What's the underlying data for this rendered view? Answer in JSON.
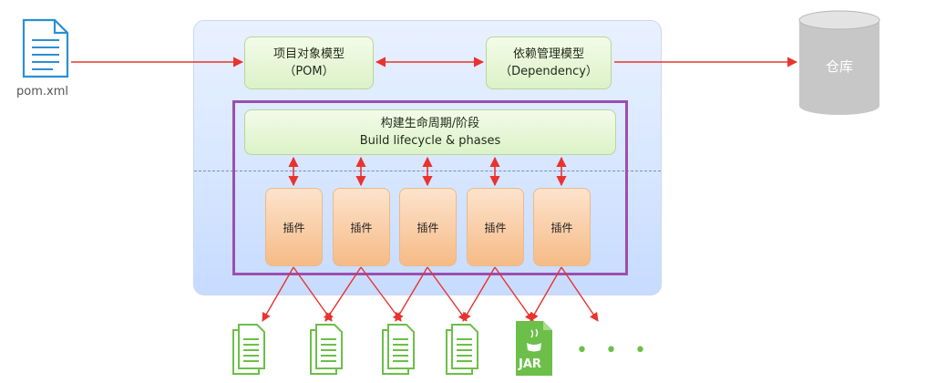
{
  "source_file": {
    "label": "pom.xml",
    "icon": "document-icon"
  },
  "panel": {
    "pom_model": {
      "line1": "项目对象模型",
      "line2": "（POM）"
    },
    "dependency_model": {
      "line1": "依赖管理模型",
      "line2": "（Dependency）"
    },
    "lifecycle": {
      "line1": "构建生命周期/阶段",
      "line2": "Build lifecycle & phases"
    },
    "plugins": [
      "插件",
      "插件",
      "插件",
      "插件",
      "插件"
    ]
  },
  "repository": {
    "label": "仓库",
    "icon": "database-cylinder-icon"
  },
  "outputs": {
    "files": [
      "document-icon",
      "document-icon",
      "document-icon",
      "document-icon"
    ],
    "jar": {
      "label": "JAR",
      "icon": "java-jar-icon"
    },
    "more": "• • •"
  },
  "colors": {
    "arrow": "#e8332f",
    "panel": "#dbe8ff",
    "green_box": "#e4f5d2",
    "plugin": "#f8c99a",
    "frame": "#9b4fb0",
    "repository": "#bdbdbd",
    "output_icons": "#6cbf49"
  }
}
